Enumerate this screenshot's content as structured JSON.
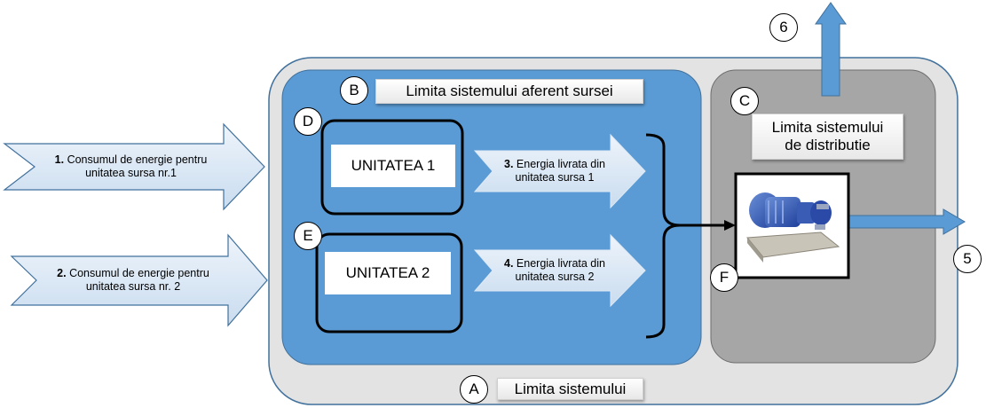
{
  "nodes": {
    "A": {
      "letter": "A",
      "label": "Limita sistemului"
    },
    "B": {
      "letter": "B",
      "label": "Limita sistemului aferent sursei"
    },
    "C": {
      "letter": "C",
      "label_line1": "Limita sistemului",
      "label_line2": "de distributie"
    },
    "D": {
      "letter": "D",
      "label": "UNITATEA 1"
    },
    "E": {
      "letter": "E",
      "label": "UNITATEA 2"
    },
    "F": {
      "letter": "F"
    }
  },
  "inputs": [
    {
      "num": "1.",
      "line1": " Consumul de energie pentru",
      "line2": "unitatea sursa nr.1"
    },
    {
      "num": "2.",
      "line1": " Consumul de energie pentru",
      "line2": "unitatea sursa nr. 2"
    }
  ],
  "outputs": [
    {
      "num": "3.",
      "line1": " Energia livrata din",
      "line2": "unitatea sursa 1"
    },
    {
      "num": "4.",
      "line1": " Energia livrata din",
      "line2": "unitatea sursa 2"
    }
  ],
  "exits": {
    "top": "6",
    "right": "5"
  },
  "colors": {
    "outer_fill": "#e3e3e3",
    "outer_border": "#41719c",
    "source_fill": "#5b9bd5",
    "dist_fill": "#a6a6a6",
    "arrow_fill": "#dce9f5",
    "exit_arrow": "#5b9bd5"
  }
}
